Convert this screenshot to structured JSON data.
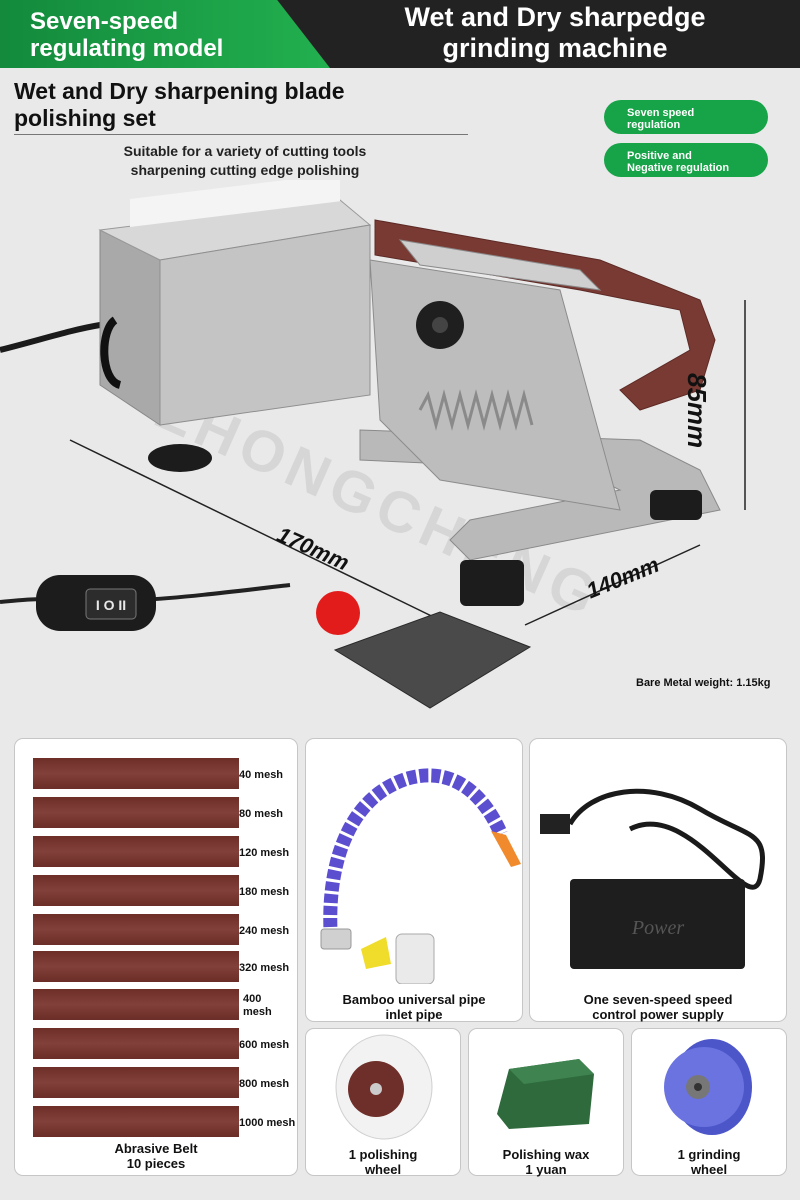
{
  "header": {
    "left_line1": "Seven-speed",
    "left_line2": "regulating model",
    "right_line1": "Wet and Dry sharpedge",
    "right_line2": "grinding machine"
  },
  "set": {
    "title_line1": "Wet and Dry sharpening blade",
    "title_line2": "polishing set",
    "suitable_line1": "Suitable for a variety of cutting tools",
    "suitable_line2": "sharpening cutting edge polishing"
  },
  "badges": [
    {
      "line1": "Seven speed",
      "line2": "regulation"
    },
    {
      "line1": "Positive and",
      "line2": "Negative regulation"
    }
  ],
  "dimensions": {
    "length": "170mm",
    "width": "140mm",
    "height": "85mm"
  },
  "watermark": "ZHONGCHENG",
  "weight": "Bare Metal weight: 1.15kg",
  "switch_label": "I O II",
  "power_label": "Power",
  "belts": {
    "caption_line1": "Abrasive Belt",
    "caption_line2": "10 pieces",
    "meshes": [
      "40 mesh",
      "80 mesh",
      "120 mesh",
      "180 mesh",
      "240 mesh",
      "320 mesh",
      "400 mesh",
      "600 mesh",
      "800 mesh",
      "1000 mesh"
    ]
  },
  "items": {
    "pipe": {
      "line1": "Bamboo universal pipe",
      "line2": "inlet pipe"
    },
    "power": {
      "line1": "One seven-speed speed",
      "line2": "control power supply"
    },
    "polish": {
      "line1": "1 polishing",
      "line2": "wheel"
    },
    "wax": {
      "line1": "Polishing wax",
      "line2": "1 yuan"
    },
    "grind": {
      "line1": "1 grinding",
      "line2": "wheel"
    }
  },
  "colors": {
    "accent": "#17a347",
    "belt": "#7a3a34",
    "pipe": "#5b4fd0"
  }
}
